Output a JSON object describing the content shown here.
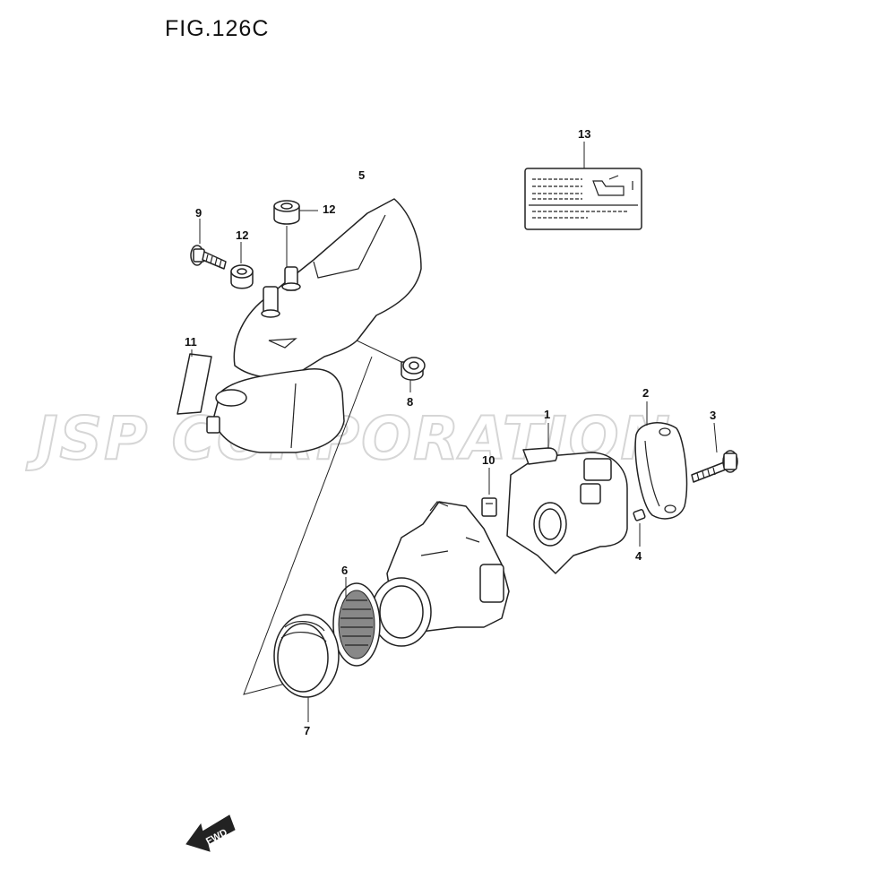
{
  "figure": {
    "title": "FIG.126C"
  },
  "watermark": {
    "text": "JSP CORPORATION"
  },
  "callouts": {
    "p1": "1",
    "p2": "2",
    "p3": "3",
    "p4": "4",
    "p5": "5",
    "p6": "6",
    "p7": "7",
    "p8": "8",
    "p9": "9",
    "p10": "10",
    "p11": "11",
    "p12a": "12",
    "p12b": "12",
    "p13": "13"
  },
  "direction": {
    "label": "FWD"
  }
}
